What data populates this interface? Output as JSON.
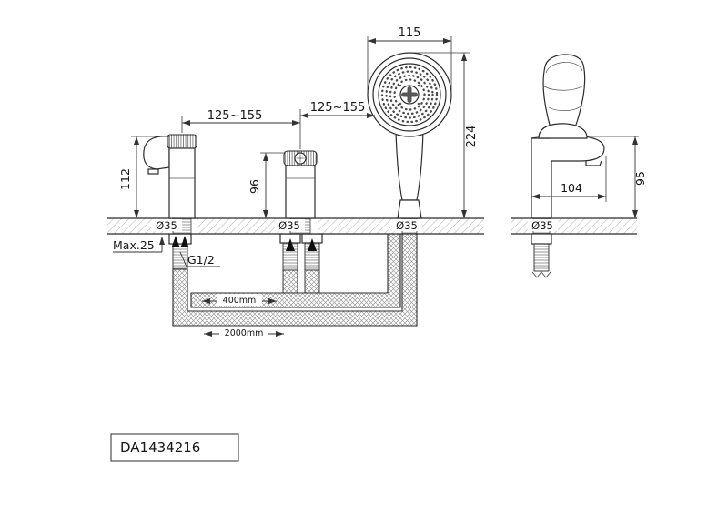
{
  "title_block": {
    "part_number": "DA1434216"
  },
  "front_view": {
    "shower_width": "115",
    "overall_height": "224",
    "spout_center_distance": "125~155",
    "shower_center_distance": "125~155",
    "spout_height": "112",
    "valve_height": "96",
    "spout_hole": "Ø35",
    "valve_hole": "Ø35",
    "shower_hole": "Ø35",
    "deck_thickness": "Max.25",
    "thread_size": "G1/2",
    "hose_short_length": "400mm",
    "hose_long_length": "2000mm"
  },
  "side_view": {
    "spout_reach": "104",
    "spout_height": "95",
    "hole": "Ø35"
  }
}
